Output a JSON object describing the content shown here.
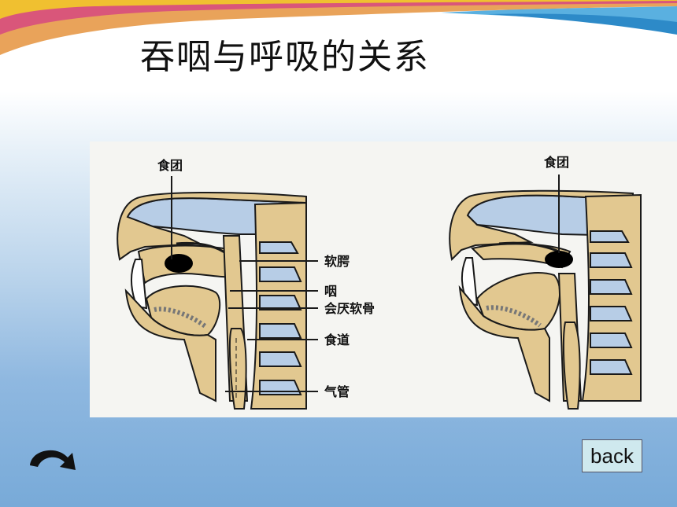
{
  "slide": {
    "title": "吞咽与呼吸的关系"
  },
  "figure": {
    "left_panel": {
      "bolus_label": "食团",
      "labels": [
        "软腭",
        "咽",
        "会厌软骨",
        "食道",
        "气管"
      ]
    },
    "right_panel": {
      "bolus_label": "食团"
    }
  },
  "nav": {
    "back_label": "back",
    "next_icon": "curved-arrow-icon"
  },
  "colors": {
    "tissue": "#e2c890",
    "airway": "#b7cde6",
    "outline": "#1a1a1a",
    "bolus": "#000000"
  }
}
